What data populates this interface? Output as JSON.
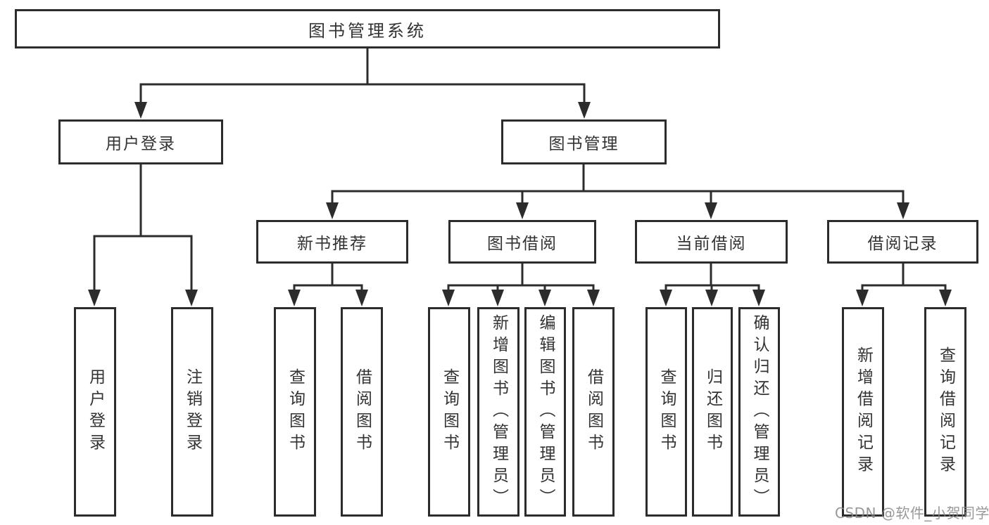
{
  "title": "图书管理系统",
  "colors": {
    "line": "#2c2c2c",
    "box_border": "#2c2c2c",
    "box_fill": "#ffffff",
    "text": "#333333",
    "background": "#ffffff",
    "watermark": "#868686"
  },
  "diagram": {
    "type": "hierarchy-tree",
    "root": {
      "label": "图书管理系统"
    },
    "level2": [
      {
        "label": "用户登录"
      },
      {
        "label": "图书管理"
      }
    ],
    "level3": [
      {
        "label": "新书推荐",
        "parent": "图书管理"
      },
      {
        "label": "图书借阅",
        "parent": "图书管理"
      },
      {
        "label": "当前借阅",
        "parent": "图书管理"
      },
      {
        "label": "借阅记录",
        "parent": "图书管理"
      }
    ],
    "leaves": [
      {
        "label": "用户登录",
        "parent": "用户登录"
      },
      {
        "label": "注销登录",
        "parent": "用户登录"
      },
      {
        "label": "查询图书",
        "parent": "新书推荐"
      },
      {
        "label": "借阅图书",
        "parent": "新书推荐"
      },
      {
        "label": "查询图书",
        "parent": "图书借阅"
      },
      {
        "label": "新增图书（管理员）",
        "parent": "图书借阅"
      },
      {
        "label": "编辑图书（管理员）",
        "parent": "图书借阅"
      },
      {
        "label": "借阅图书",
        "parent": "图书借阅"
      },
      {
        "label": "查询图书",
        "parent": "当前借阅"
      },
      {
        "label": "归还图书",
        "parent": "当前借阅"
      },
      {
        "label": "确认归还（管理员）",
        "parent": "当前借阅"
      },
      {
        "label": "新增借阅记录",
        "parent": "借阅记录"
      },
      {
        "label": "查询借阅记录",
        "parent": "借阅记录"
      }
    ]
  },
  "watermark": {
    "text": "CSDN @软件_小贺同学"
  }
}
